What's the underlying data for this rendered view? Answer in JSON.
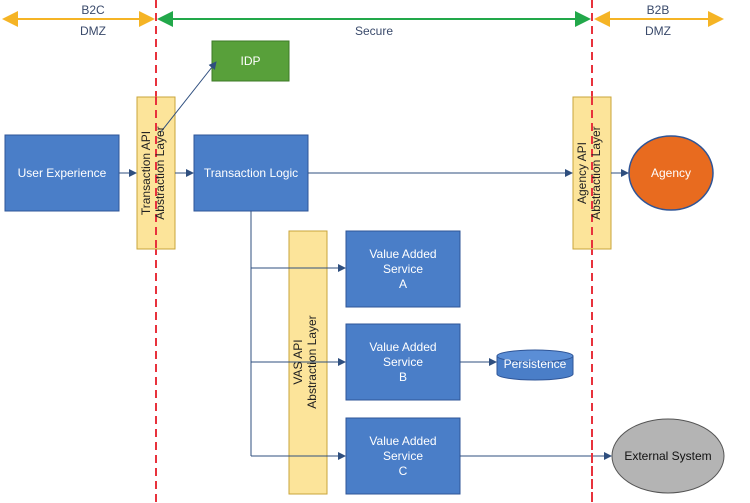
{
  "zones": {
    "left_top": "B2C",
    "left_bottom": "DMZ",
    "middle": "Secure",
    "right_top": "B2B",
    "right_bottom": "DMZ"
  },
  "nodes": {
    "idp": "IDP",
    "user_experience": "User Experience",
    "transaction_api": "Transaction API\nAbstraction Layer",
    "transaction_logic": "Transaction Logic",
    "agency_api": "Agency API\nAbstraction Layer",
    "agency": "Agency",
    "vas_api": "VAS API\nAbstraction Layer",
    "vas_a": "Value Added\nService\nA",
    "vas_b": "Value Added\nService\nB",
    "vas_c": "Value Added\nService\nC",
    "persistence": "Persistence",
    "external_system": "External System"
  },
  "colors": {
    "blue_box": "#4A7EC8",
    "blue_border": "#2F5597",
    "green_box": "#58A03A",
    "yellow_layer": "#FCE49A",
    "yellow_border": "#C9A43A",
    "orange_zone": "#F5B425",
    "green_zone": "#22A84A",
    "red_boundary": "#E8323C",
    "agency_fill": "#E86B1F",
    "external_fill": "#B4B4B4",
    "arrow": "#2F4F7F"
  }
}
